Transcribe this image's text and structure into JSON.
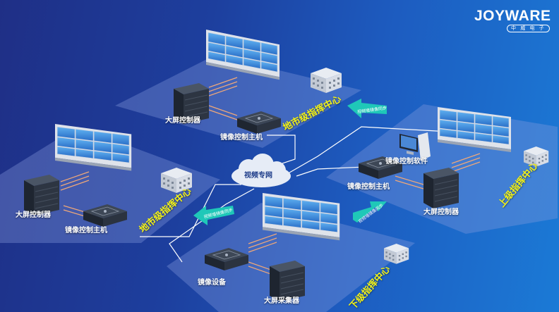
{
  "brand": {
    "name": "JOYWARE",
    "sub": "中 威 电 子"
  },
  "cloud_label": "视频专网",
  "sites": {
    "top": {
      "site_label": "地市级指挥中心",
      "bigscreen_controller": "大屏控制器",
      "mirror_host": "镜像控制主机"
    },
    "left": {
      "site_label": "地市级指挥中心",
      "bigscreen_controller": "大屏控制器",
      "mirror_host": "镜像控制主机"
    },
    "right": {
      "site_label": "上级指挥中心",
      "mirror_software": "镜像控制软件",
      "mirror_host": "镜像控制主机",
      "bigscreen_controller": "大屏控制器"
    },
    "bottom": {
      "site_label": "下级指挥中心",
      "mirror_device": "镜像设备",
      "bigscreen_collector": "大屏采集器"
    }
  },
  "arrows": {
    "a1": "视频墙镜像同步",
    "a2": "视频墙镜像同步",
    "a3": "视频墙镜像同步"
  },
  "colors": {
    "platform": "#8a9ee0",
    "cyan_arrow": "#1fc8b8",
    "yellow_label": "#f2f21a",
    "screen_blue": "#3b8fe0"
  }
}
